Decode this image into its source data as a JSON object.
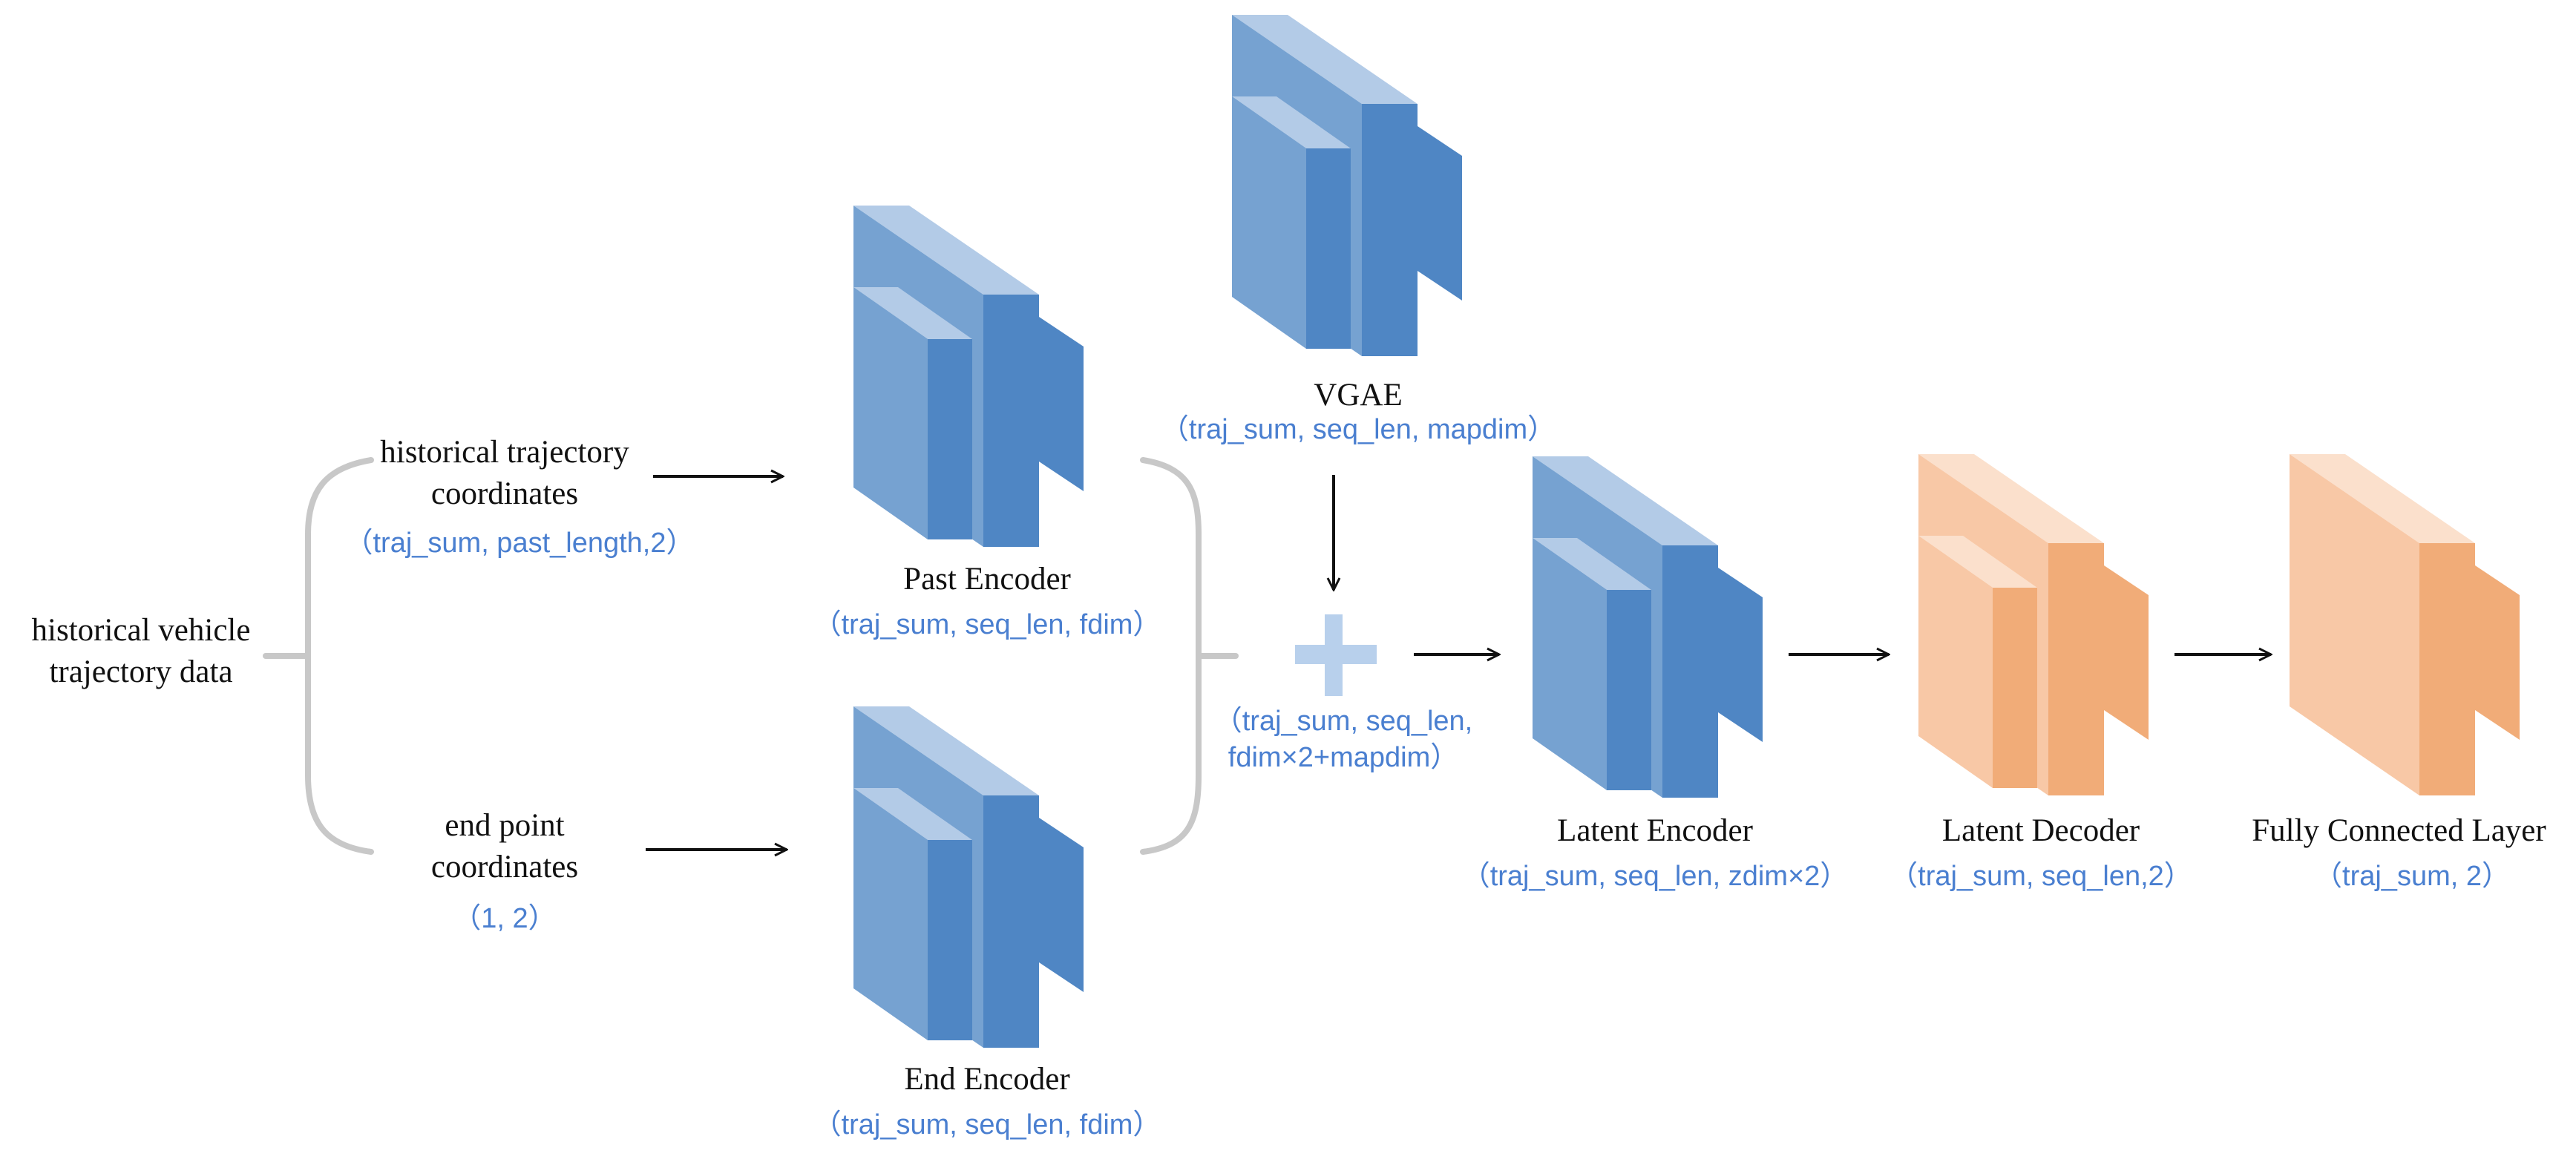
{
  "input": {
    "label_line1": "historical vehicle",
    "label_line2": "trajectory data"
  },
  "branches": [
    {
      "label_line1": "historical trajectory",
      "label_line2": "coordinates",
      "dims": "（traj_sum, past_length,2）"
    },
    {
      "label_line1": "end point",
      "label_line2": "coordinates",
      "dims": "（1, 2）"
    }
  ],
  "blocks": {
    "past_encoder": {
      "label": "Past Encoder",
      "dims": "（traj_sum, seq_len, fdim）"
    },
    "end_encoder": {
      "label": "End Encoder",
      "dims": "（traj_sum, seq_len, fdim）"
    },
    "vgae": {
      "label": "VGAE",
      "dims": "（traj_sum, seq_len, mapdim）"
    },
    "latent_encoder": {
      "label": "Latent Encoder",
      "dims": "（traj_sum, seq_len, zdim×2）"
    },
    "latent_decoder": {
      "label": "Latent Decoder",
      "dims": "（traj_sum, seq_len,2）"
    },
    "fc_layer": {
      "label": "Fully Connected Layer",
      "dims": "（traj_sum, 2）"
    }
  },
  "concat": {
    "dims_line1": "（traj_sum, seq_len,",
    "dims_line2": "fdim×2+mapdim）"
  },
  "colors": {
    "blue_front": "#76a2d1",
    "blue_side": "#4f86c4",
    "blue_top": "#b3cbe7",
    "orange_front": "#f8c8a6",
    "orange_side": "#f1ac78",
    "orange_top": "#fbe0cc",
    "bracket": "#c8c8c8",
    "plus": "#b8d0ec",
    "dim_text": "#4a7fd0"
  }
}
